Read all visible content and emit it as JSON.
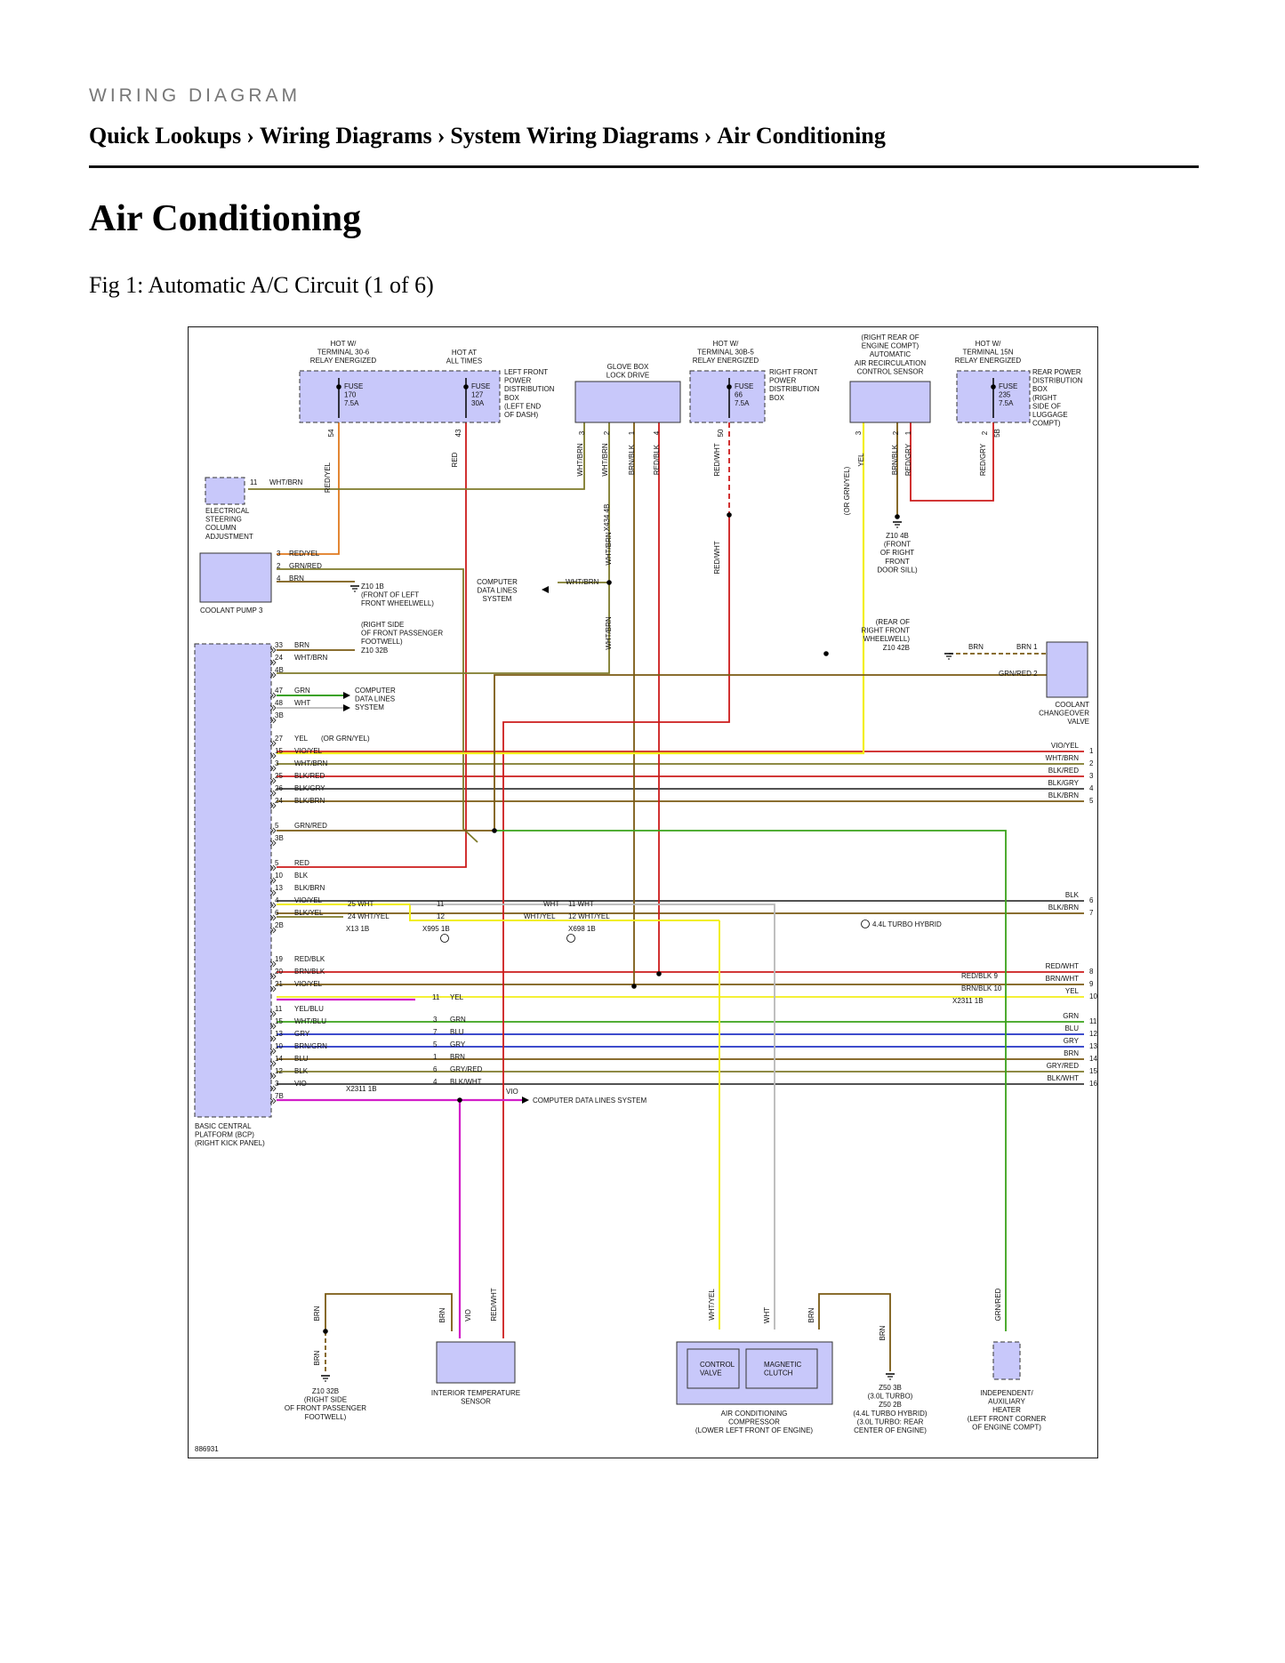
{
  "header": {
    "kicker": "WIRING DIAGRAM"
  },
  "breadcrumb": [
    "Quick Lookups",
    "Wiring Diagrams",
    "System Wiring Diagrams",
    "Air Conditioning"
  ],
  "breadcrumb_sep": "›",
  "page_title": "Air Conditioning",
  "figure_caption": "Fig 1: Automatic A/C Circuit (1 of 6)",
  "diagram": {
    "ref_id": "886931",
    "top_labels": {
      "fuse170_hot": "HOT W/\nTERMINAL 30-6\nRELAY ENERGIZED",
      "fuse127_hot": "HOT AT\nALL TIMES",
      "lfpdb": "LEFT FRONT\nPOWER\nDISTRIBUTION\nBOX\n(LEFT END\nOF DASH)",
      "glovebox": "GLOVE BOX\nLOCK DRIVE",
      "fuse66_hot": "HOT W/\nTERMINAL 30B-5\nRELAY ENERGIZED",
      "rfpdb": "RIGHT FRONT\nPOWER\nDISTRIBUTION\nBOX",
      "recirc": "(RIGHT REAR OF\nENGINE COMPT)\nAUTOMATIC\nAIR RECIRCULATION\nCONTROL SENSOR",
      "fuse235_hot": "HOT W/\nTERMINAL 15N\nRELAY ENERGIZED",
      "rpdb": "REAR POWER\nDISTRIBUTION\nBOX\n(RIGHT\nSIDE OF\nLUGGAGE\nCOMPT)"
    },
    "fuses": [
      {
        "name": "FUSE",
        "num": "170",
        "amp": "7.5A",
        "pin": "54"
      },
      {
        "name": "FUSE",
        "num": "127",
        "amp": "30A",
        "pin": "43"
      },
      {
        "name": "FUSE",
        "num": "66",
        "amp": "7.5A",
        "pin": "50"
      },
      {
        "name": "FUSE",
        "num": "235",
        "amp": "7.5A",
        "pin": "2",
        "pin2": "5B"
      }
    ],
    "components": {
      "esca": "ELECTRICAL\nSTEERING\nCOLUMN\nADJUSTMENT",
      "coolant_pump": "COOLANT PUMP 3",
      "bcp": "BASIC CENTRAL\nPLATFORM (BCP)\n(RIGHT KICK PANEL)",
      "coolant_valve": "COOLANT\nCHANGEOVER\nVALVE",
      "its": "INTERIOR TEMPERATURE\nSENSOR",
      "compressor": "AIR CONDITIONING\nCOMPRESSOR\n(LOWER LEFT FRONT OF ENGINE)",
      "control_valve": "CONTROL\nVALVE",
      "magnetic_clutch": "MAGNETIC\nCLUTCH",
      "heater": "INDEPENDENT/\nAUXILIARY\nHEATER\n(LEFT FRONT CORNER\nOF ENGINE COMPT)"
    },
    "grounds": {
      "z10_1b": "Z10 1B\n(FRONT OF LEFT\nFRONT WHEELWELL)",
      "z10_32b_top": "(RIGHT SIDE\nOF FRONT PASSENGER\nFOOTWELL)\nZ10 32B",
      "z10_4b": "Z10 4B\n(FRONT\nOF RIGHT\nFRONT\nDOOR SILL)",
      "z10_42b": "(REAR OF\nRIGHT FRONT\nWHEELWELL)\nZ10 42B",
      "z10_32b_bottom": "Z10 32B\n(RIGHT SIDE\nOF FRONT PASSENGER\nFOOTWELL)",
      "z50": "Z50 3B\n(3.0L TURBO)\nZ50 2B\n(4.4L TURBO HYBRID)\n(3.0L TURBO: REAR\nCENTER OF ENGINE)"
    },
    "misc": {
      "cdl1": "COMPUTER\nDATA LINES\nSYSTEM",
      "cdl2": "COMPUTER\nDATA LINES\nSYSTEM",
      "cdl3": "COMPUTER DATA LINES SYSTEM",
      "or_grnyel": "(OR GRN/YEL)",
      "or_grnyel_v": "(OR GRN/YEL)",
      "hybrid_note": "4.4L TURBO HYBRID",
      "conn_x434": "X434 4B",
      "conn_x13": "X13 1B",
      "conn_x995": "X995 1B",
      "conn_x698": "X698 1B",
      "conn_x2311a": "X2311 1B",
      "conn_x2311b": "X2311 1B"
    },
    "bcp_pins": [
      {
        "pin": "33",
        "wire": "BRN"
      },
      {
        "pin": "24",
        "wire": "WHT/BRN"
      },
      {
        "pin": "4B",
        "wire": ""
      },
      {
        "pin": "47",
        "wire": "GRN"
      },
      {
        "pin": "48",
        "wire": "WHT"
      },
      {
        "pin": "3B",
        "wire": ""
      },
      {
        "pin": "27",
        "wire": "YEL"
      },
      {
        "pin": "15",
        "wire": "VIO/YEL"
      },
      {
        "pin": "3",
        "wire": "WHT/BRN"
      },
      {
        "pin": "25",
        "wire": "BLK/RED"
      },
      {
        "pin": "26",
        "wire": "BLK/GRY"
      },
      {
        "pin": "24",
        "wire": "BLK/BRN"
      },
      {
        "pin": "5",
        "wire": "GRN/RED"
      },
      {
        "pin": "3B",
        "wire": ""
      },
      {
        "pin": "5",
        "wire": "RED"
      },
      {
        "pin": "10",
        "wire": "BLK"
      },
      {
        "pin": "13",
        "wire": "BLK/BRN"
      },
      {
        "pin": "4",
        "wire": "VIO/YEL"
      },
      {
        "pin": "6",
        "wire": "BLK/YEL"
      },
      {
        "pin": "2B",
        "wire": ""
      },
      {
        "pin": "19",
        "wire": "RED/BLK"
      },
      {
        "pin": "20",
        "wire": "BRN/BLK"
      },
      {
        "pin": "21",
        "wire": "VIO/YEL"
      },
      {
        "pin": "11",
        "wire": "YEL/BLU"
      },
      {
        "pin": "15",
        "wire": "WHT/BLU"
      },
      {
        "pin": "13",
        "wire": "GRY"
      },
      {
        "pin": "10",
        "wire": "BRN/GRN"
      },
      {
        "pin": "14",
        "wire": "BLU"
      },
      {
        "pin": "12",
        "wire": "BLK"
      },
      {
        "pin": "3",
        "wire": "VIO"
      },
      {
        "pin": "7B",
        "wire": ""
      }
    ],
    "right_outputs": [
      {
        "wire": "VIO/YEL",
        "ref": "1"
      },
      {
        "wire": "WHT/BRN",
        "ref": "2"
      },
      {
        "wire": "BLK/RED",
        "ref": "3"
      },
      {
        "wire": "BLK/GRY",
        "ref": "4"
      },
      {
        "wire": "BLK/BRN",
        "ref": "5"
      },
      {
        "wire": "BLK",
        "ref": "6"
      },
      {
        "wire": "BLK/BRN",
        "ref": "7"
      },
      {
        "wire": "RED/WHT",
        "ref": "8"
      },
      {
        "wire": "BRN/WHT",
        "ref": "9"
      },
      {
        "wire": "YEL",
        "ref": "10"
      },
      {
        "wire": "GRN",
        "ref": "11"
      },
      {
        "wire": "BLU",
        "ref": "12"
      },
      {
        "wire": "GRY",
        "ref": "13"
      },
      {
        "wire": "BRN",
        "ref": "14"
      },
      {
        "wire": "GRY/RED",
        "ref": "15"
      },
      {
        "wire": "BLK/WHT",
        "ref": "16"
      }
    ],
    "colors": {
      "component_fill": "#c8c8fa",
      "red": "#cc1b1b",
      "orange": "#e07a1f",
      "brown": "#7a5a12",
      "olive": "#7e7a2a",
      "yellow": "#f2ee1a",
      "green": "#3aa21a",
      "blue": "#2233c4",
      "magenta": "#d21ec8",
      "gray": "#b8b8b8",
      "dark": "#3a3a3a"
    }
  }
}
